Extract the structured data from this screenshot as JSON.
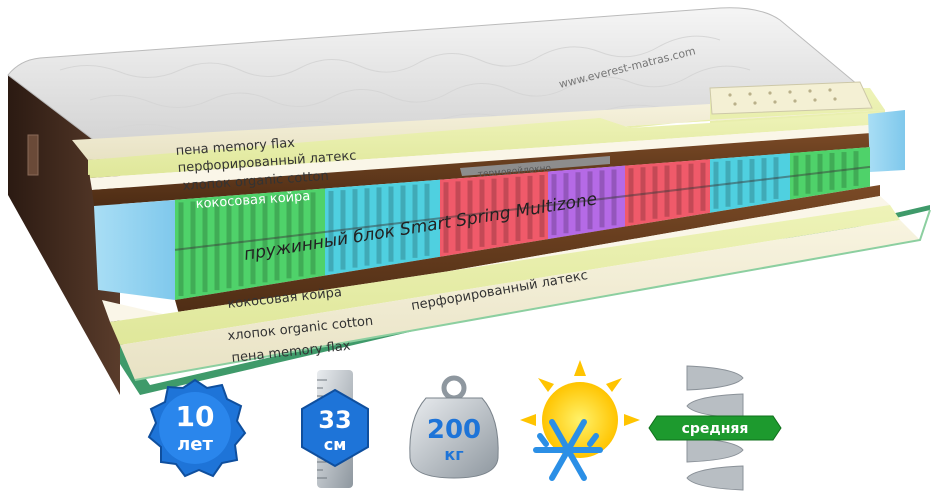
{
  "product": {
    "url_text": "www.everest-matras.com",
    "thermo_label": "термовойлокно"
  },
  "layers_top": {
    "memory_foam": "пена memory flax",
    "perforated_latex": "перфорированный латекс",
    "organic_cotton": "хлопок organic cotton",
    "coconut_coir": "кокосовая койра"
  },
  "spring_block": {
    "label": "пружинный блок Smart Spring Multizone",
    "zone_colors": [
      "#4fd26a",
      "#4fd0e0",
      "#f05a6a",
      "#b56ae6",
      "#f05a6a",
      "#4fd0e0",
      "#4fd26a"
    ]
  },
  "layers_bottom": {
    "coconut_coir": "кокосовая койра",
    "organic_cotton": "хлопок organic cotton",
    "perforated_latex": "перфорированный латекс",
    "memory_foam": "пена memory flax"
  },
  "badges": {
    "warranty": {
      "number": "10",
      "unit": "лет",
      "color": "#1e74d8",
      "icon": "warranty-badge-icon"
    },
    "height": {
      "number": "33",
      "unit": "см",
      "color": "#1e74d8",
      "icon": "ruler-icon"
    },
    "load": {
      "number": "200",
      "unit": "кг",
      "color": "#9aa3aa",
      "icon": "weight-icon"
    },
    "season": {
      "icon": "sun-snowflake-icon",
      "sun_color": "#ffd21f",
      "snow_color": "#2b8fe6"
    },
    "firmness": {
      "label": "средняя",
      "color": "#1d9a2e",
      "icon": "spring-icon"
    }
  }
}
